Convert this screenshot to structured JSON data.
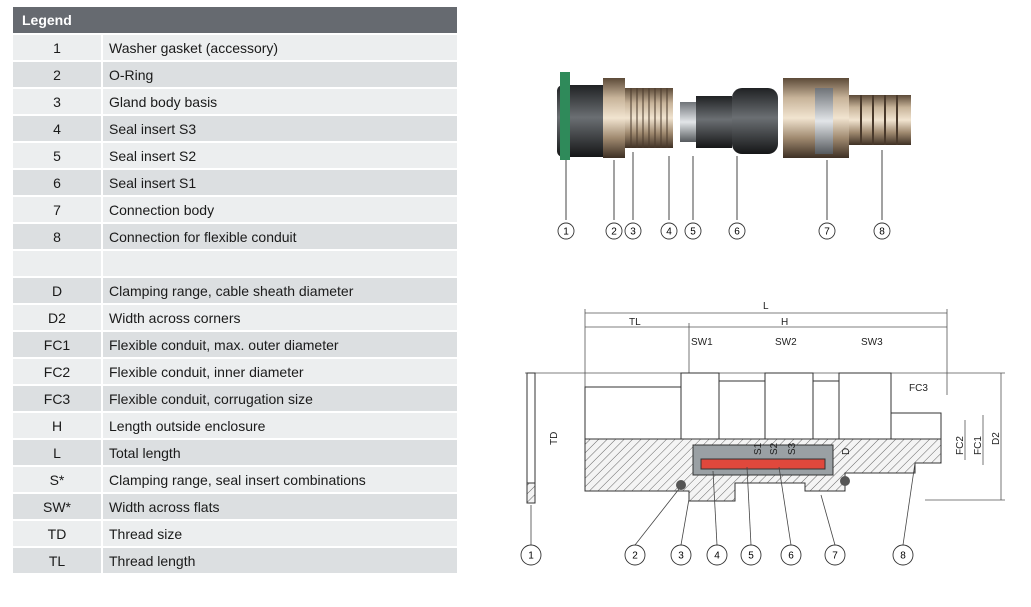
{
  "legend": {
    "title": "Legend",
    "rows": [
      {
        "key": "1",
        "desc": "Washer gasket (accessory)"
      },
      {
        "key": "2",
        "desc": "O-Ring"
      },
      {
        "key": "3",
        "desc": "Gland body basis"
      },
      {
        "key": "4",
        "desc": "Seal insert S3"
      },
      {
        "key": "5",
        "desc": "Seal insert S2"
      },
      {
        "key": "6",
        "desc": "Seal insert S1"
      },
      {
        "key": "7",
        "desc": "Connection body"
      },
      {
        "key": "8",
        "desc": "Connection for flexible conduit"
      },
      {
        "key": "",
        "desc": ""
      },
      {
        "key": "D",
        "desc": "Clamping range, cable sheath diameter"
      },
      {
        "key": "D2",
        "desc": "Width across corners"
      },
      {
        "key": "FC1",
        "desc": "Flexible conduit, max. outer diameter"
      },
      {
        "key": "FC2",
        "desc": "Flexible conduit, inner diameter"
      },
      {
        "key": "FC3",
        "desc": "Flexible conduit, corrugation size"
      },
      {
        "key": "H",
        "desc": "Length outside enclosure"
      },
      {
        "key": "L",
        "desc": "Total length"
      },
      {
        "key": "S*",
        "desc": "Clamping range, seal insert combinations"
      },
      {
        "key": "SW*",
        "desc": "Width across flats"
      },
      {
        "key": "TD",
        "desc": "Thread size"
      },
      {
        "key": "TL",
        "desc": "Thread length"
      }
    ]
  },
  "photo_callouts": [
    "1",
    "2",
    "3",
    "4",
    "5",
    "6",
    "7",
    "8"
  ],
  "drawing": {
    "callouts": [
      "1",
      "2",
      "3",
      "4",
      "5",
      "6",
      "7",
      "8"
    ],
    "dims": {
      "L": "L",
      "TL": "TL",
      "H": "H",
      "SW1": "SW1",
      "SW2": "SW2",
      "SW3": "SW3",
      "FC3": "FC3",
      "TD": "TD",
      "S1": "S1",
      "S2": "S2",
      "S3": "S3",
      "D": "D",
      "FC2": "FC2",
      "FC1": "FC1",
      "D2": "D2"
    }
  }
}
